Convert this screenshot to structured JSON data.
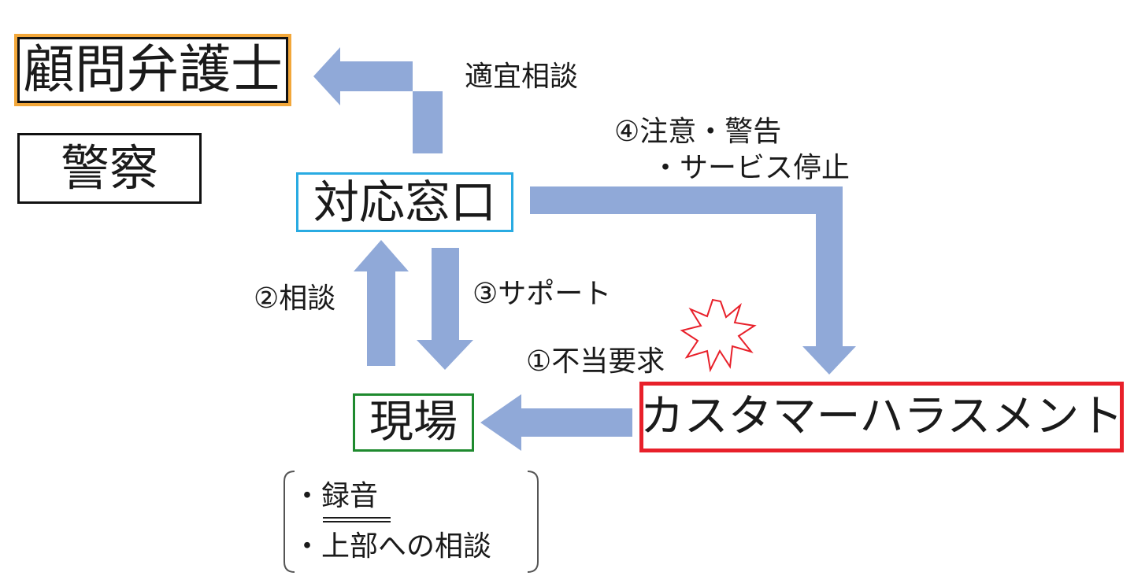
{
  "colors": {
    "arrow": "#90A9D8",
    "lawyer_border": "#F2A73A",
    "counter_border": "#29ABE2",
    "site_border": "#1E8A2E",
    "harassment_border": "#E8202A",
    "burst": "#E8202A",
    "text": "#1a1a1a"
  },
  "nodes": {
    "lawyer": "顧問弁護士",
    "police": "警察",
    "counter": "対応窓口",
    "site": "現場",
    "harassment": "カスタマーハラスメント"
  },
  "edges": {
    "consult_as_needed": "適宜相談",
    "warning_line1": "④注意・警告",
    "warning_line2": "・サービス停止",
    "consult": "②相談",
    "support": "③サポート",
    "unfair_demand": "①不当要求"
  },
  "site_actions": {
    "items": [
      "・録音",
      "・上部への相談"
    ]
  }
}
